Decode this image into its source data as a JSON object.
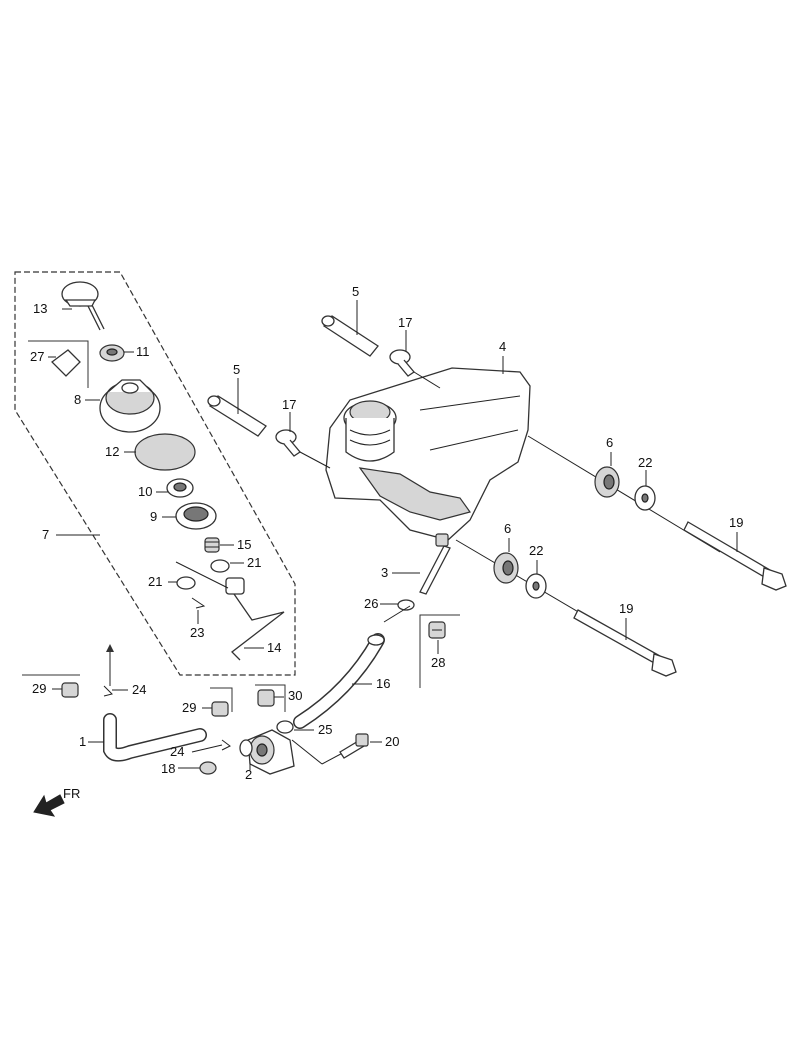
{
  "diagram": {
    "labels": {
      "p1": "1",
      "p2": "2",
      "p3": "3",
      "p4": "4",
      "p5a": "5",
      "p5b": "5",
      "p6a": "6",
      "p6b": "6",
      "p7": "7",
      "p8": "8",
      "p9": "9",
      "p10": "10",
      "p11": "11",
      "p12": "12",
      "p13": "13",
      "p14": "14",
      "p15": "15",
      "p16": "16",
      "p17a": "17",
      "p17b": "17",
      "p18": "18",
      "p19a": "19",
      "p19b": "19",
      "p20": "20",
      "p21a": "21",
      "p21b": "21",
      "p22a": "22",
      "p22b": "22",
      "p23": "23",
      "p24a": "24",
      "p24b": "24",
      "p25": "25",
      "p26": "26",
      "p27": "27",
      "p28": "28",
      "p29a": "29",
      "p29b": "29",
      "p30": "30",
      "fr": "FR"
    },
    "icons": [
      "fr-arrow-icon"
    ],
    "colors": {
      "line": "#333333",
      "fill": "#ffffff",
      "shade": "#d6d6d6"
    }
  }
}
